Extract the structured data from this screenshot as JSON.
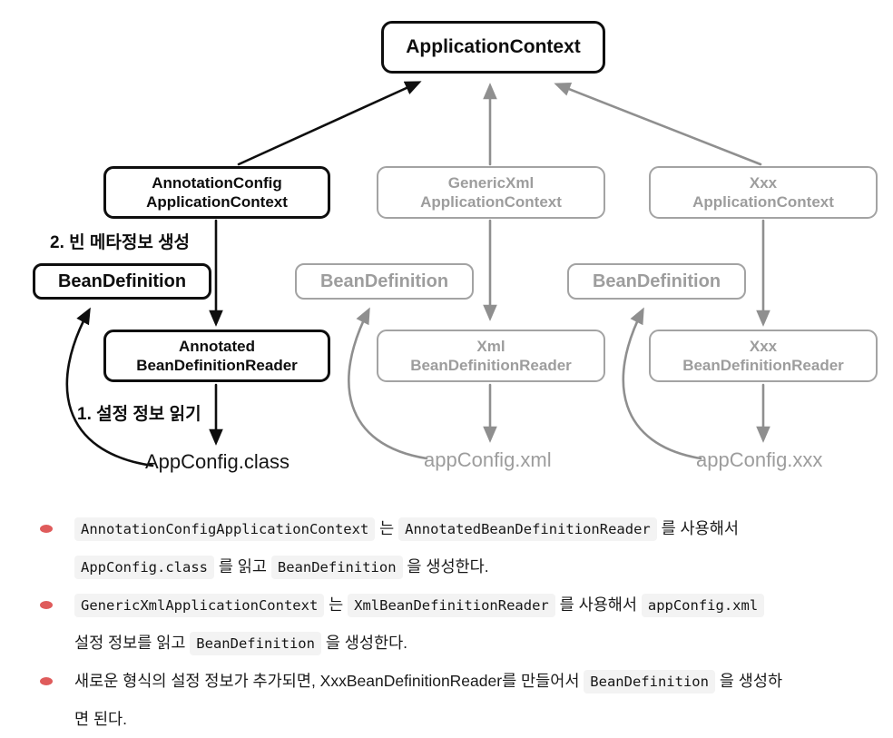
{
  "diagram": {
    "root": {
      "label": "ApplicationContext"
    },
    "annotations": {
      "step2": "2. 빈 메타정보 생성",
      "step1": "1. 설정 정보 읽기"
    },
    "columns": [
      {
        "theme": "black",
        "context_line1": "AnnotationConfig",
        "context_line2": "ApplicationContext",
        "bean_definition": "BeanDefinition",
        "reader_line1": "Annotated",
        "reader_line2": "BeanDefinitionReader",
        "config_file": "AppConfig.class"
      },
      {
        "theme": "gray",
        "context_line1": "GenericXml",
        "context_line2": "ApplicationContext",
        "bean_definition": "BeanDefinition",
        "reader_line1": "Xml",
        "reader_line2": "BeanDefinitionReader",
        "config_file": "appConfig.xml"
      },
      {
        "theme": "gray",
        "context_line1": "Xxx",
        "context_line2": "ApplicationContext",
        "bean_definition": "BeanDefinition",
        "reader_line1": "Xxx",
        "reader_line2": "BeanDefinitionReader",
        "config_file": "appConfig.xxx"
      }
    ]
  },
  "colors": {
    "diagram_black": "#0e0e0e",
    "diagram_gray": "#8f8f8f",
    "bullet_red": "#df5b5b",
    "code_background": "#f3f3f3"
  },
  "notes": {
    "bullets": [
      {
        "segments": [
          {
            "c": "AnnotationConfigApplicationContext"
          },
          {
            "t": " 는 "
          },
          {
            "c": "AnnotatedBeanDefinitionReader"
          },
          {
            "t": " 를 사용해서"
          },
          {
            "br": true
          },
          {
            "c": "AppConfig.class"
          },
          {
            "t": " 를 읽고 "
          },
          {
            "c": "BeanDefinition"
          },
          {
            "t": " 을 생성한다."
          }
        ]
      },
      {
        "segments": [
          {
            "c": "GenericXmlApplicationContext"
          },
          {
            "t": " 는 "
          },
          {
            "c": "XmlBeanDefinitionReader"
          },
          {
            "t": " 를 사용해서 "
          },
          {
            "c": "appConfig.xml"
          },
          {
            "br": true
          },
          {
            "t": "설정 정보를 읽고 "
          },
          {
            "c": "BeanDefinition"
          },
          {
            "t": " 을 생성한다."
          }
        ]
      },
      {
        "segments": [
          {
            "t": "새로운 형식의 설정 정보가 추가되면, XxxBeanDefinitionReader를 만들어서 "
          },
          {
            "c": "BeanDefinition"
          },
          {
            "t": " 을 생성하"
          },
          {
            "br": true
          },
          {
            "t": "면 된다."
          }
        ]
      }
    ]
  }
}
